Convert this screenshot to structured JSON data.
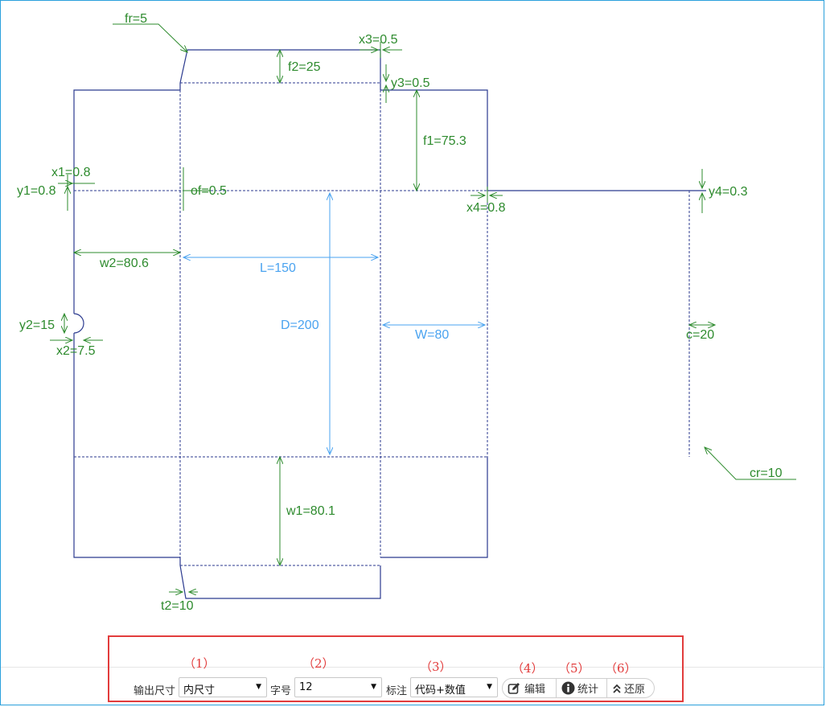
{
  "dimensions": {
    "fr": "fr=5",
    "x3": "x3=0.5",
    "f2": "f2=25",
    "y3": "y3=0.5",
    "f1": "f1=75.3",
    "x1": "x1=0.8",
    "y1": "y1=0.8",
    "of": "of=0.5",
    "y4": "y4=0.3",
    "x4": "x4=0.8",
    "w2": "w2=80.6",
    "L": "L=150",
    "D": "D=200",
    "W": "W=80",
    "y2": "y2=15",
    "x2": "x2=7.5",
    "c": "c=20",
    "cr": "cr=10",
    "w1": "w1=80.1",
    "t2": "t2=10"
  },
  "colors": {
    "outline": "#2b3a8f",
    "dimension_green": "#2e8b2e",
    "dimension_blue": "#4aa3f0",
    "highlight_red": "#e23c3c"
  },
  "toolbar": {
    "markers": [
      "（1）",
      "（2）",
      "（3）",
      "（4）",
      "（5）",
      "（6）"
    ],
    "output_size_label": "输出尺寸",
    "output_size_value": "内尺寸",
    "font_size_label": "字号",
    "font_size_value": "12",
    "annotation_label": "标注",
    "annotation_value": "代码+数值",
    "edit_label": "编辑",
    "stats_label": "统计",
    "restore_label": "还原",
    "edit_icon": "edit-icon",
    "stats_icon": "info-icon",
    "restore_icon": "chevrons-up-icon"
  }
}
